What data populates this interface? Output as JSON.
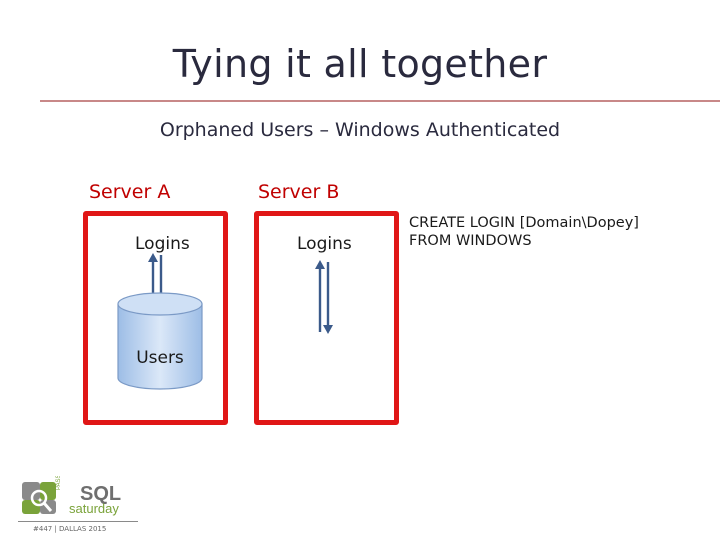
{
  "slide": {
    "title": "Tying it all together",
    "subtitle": "Orphaned Users – Windows Authenticated"
  },
  "server_a": {
    "label": "Server A",
    "logins_label": "Logins",
    "users_label": "Users"
  },
  "server_b": {
    "label": "Server B",
    "logins_label": "Logins"
  },
  "note": {
    "line1": "CREATE LOGIN [Domain\\Dopey]",
    "line2": "FROM WINDOWS"
  },
  "footer": {
    "logo_text_sql": "SQL",
    "logo_text_saturday": "saturday",
    "event_text": "#447 | DALLAS 2015"
  },
  "colors": {
    "server_border": "#e01616",
    "server_label": "#c00000",
    "arrow": "#3b5a8a",
    "db_fill": "#bcd3ef"
  }
}
